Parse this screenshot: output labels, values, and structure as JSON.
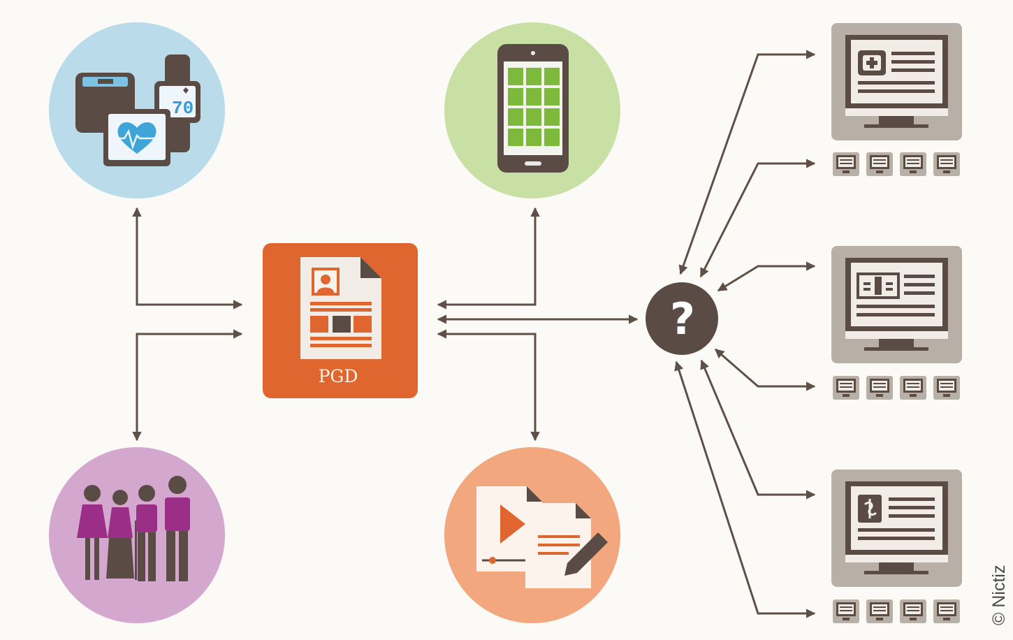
{
  "center_node": {
    "label": "PGD",
    "icon": "personal-health-record-document-icon"
  },
  "hub": {
    "symbol": "?",
    "icon": "question-mark-icon"
  },
  "nodes": {
    "wearables": {
      "icon": "wearable-devices-icon",
      "watch_reading": "70",
      "color": "#b9dbea"
    },
    "mobile_apps": {
      "icon": "smartphone-apps-icon",
      "color": "#c9e0a4"
    },
    "people": {
      "icon": "family-icon",
      "color": "#d4a7cf"
    },
    "media": {
      "icon": "video-documents-icon",
      "color": "#f2a77e"
    }
  },
  "provider_groups": [
    {
      "icon": "clinic-monitor-icon",
      "mini_systems": 4
    },
    {
      "icon": "hospital-monitor-icon",
      "mini_systems": 4
    },
    {
      "icon": "pharmacy-monitor-icon",
      "mini_systems": 4
    }
  ],
  "colors": {
    "accent": "#e0662f",
    "dark": "#5a4b45",
    "arrow": "#5e4f47",
    "monitor": "#b8b0a7",
    "paper": "#f1ede6"
  },
  "credit": "© Nictiz"
}
